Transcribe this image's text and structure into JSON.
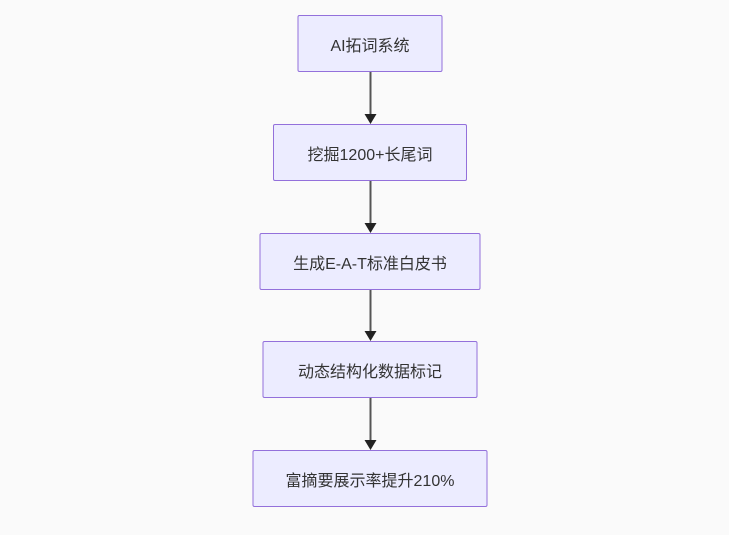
{
  "flowchart": {
    "type": "vertical-flowchart",
    "background_color": "#FAFAFA",
    "node_fill_color": "#ECECFF",
    "node_border_color": "#9370DB",
    "node_text_color": "#333333",
    "arrow_color": "#333333",
    "nodes": [
      {
        "label": "AI拓词系统"
      },
      {
        "label": "挖掘1200+长尾词"
      },
      {
        "label": "生成E-A-T标准白皮书"
      },
      {
        "label": "动态结构化数据标记"
      },
      {
        "label": "富摘要展示率提升210%"
      }
    ],
    "edges": [
      {
        "from": "AI拓词系统",
        "to": "挖掘1200+长尾词"
      },
      {
        "from": "挖掘1200+长尾词",
        "to": "生成E-A-T标准白皮书"
      },
      {
        "from": "生成E-A-T标准白皮书",
        "to": "动态结构化数据标记"
      },
      {
        "from": "动态结构化数据标记",
        "to": "富摘要展示率提升210%"
      }
    ]
  }
}
